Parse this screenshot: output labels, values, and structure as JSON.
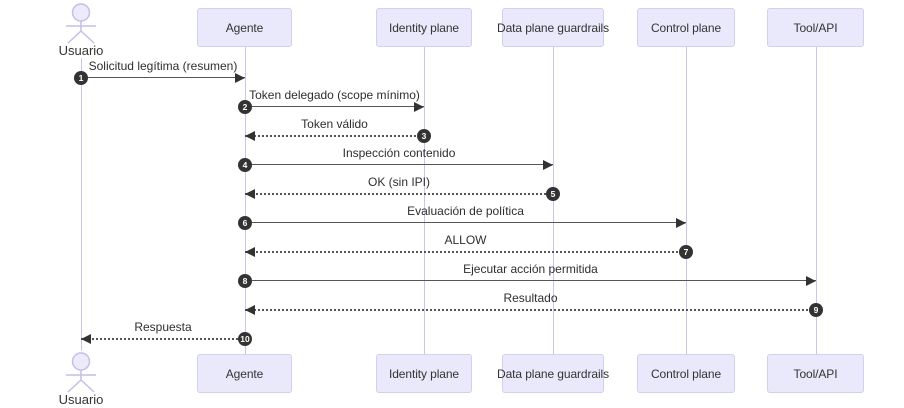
{
  "diagram_type": "sequence",
  "participants": [
    {
      "label": "Usuario",
      "type": "actor"
    },
    {
      "label": "Agente",
      "type": "participant"
    },
    {
      "label": "Identity plane",
      "type": "participant"
    },
    {
      "label": "Data plane guardrails",
      "type": "participant"
    },
    {
      "label": "Control plane",
      "type": "participant"
    },
    {
      "label": "Tool/API",
      "type": "participant"
    }
  ],
  "messages": [
    {
      "num": "1",
      "from": "Usuario",
      "to": "Agente",
      "label": "Solicitud legítima (resumen)",
      "style": "solid"
    },
    {
      "num": "2",
      "from": "Agente",
      "to": "Identity plane",
      "label": "Token delegado (scope mínimo)",
      "style": "solid"
    },
    {
      "num": "3",
      "from": "Identity plane",
      "to": "Agente",
      "label": "Token válido",
      "style": "dotted"
    },
    {
      "num": "4",
      "from": "Agente",
      "to": "Data plane guardrails",
      "label": "Inspección contenido",
      "style": "solid"
    },
    {
      "num": "5",
      "from": "Data plane guardrails",
      "to": "Agente",
      "label": "OK (sin IPI)",
      "style": "dotted"
    },
    {
      "num": "6",
      "from": "Agente",
      "to": "Control plane",
      "label": "Evaluación de política",
      "style": "solid"
    },
    {
      "num": "7",
      "from": "Control plane",
      "to": "Agente",
      "label": "ALLOW",
      "style": "dotted"
    },
    {
      "num": "8",
      "from": "Agente",
      "to": "Tool/API",
      "label": "Ejecutar acción permitida",
      "style": "solid"
    },
    {
      "num": "9",
      "from": "Tool/API",
      "to": "Agente",
      "label": "Resultado",
      "style": "dotted"
    },
    {
      "num": "10",
      "from": "Agente",
      "to": "Usuario",
      "label": "Respuesta",
      "style": "dotted"
    }
  ],
  "colors": {
    "background": "#ffffff",
    "participant_fill": "#eae9fb",
    "participant_border": "#d3cfec",
    "lifeline": "#c9c5ec",
    "message_line": "#555555",
    "arrowhead": "#333333",
    "badge_bg": "#333333",
    "badge_text": "#ffffff",
    "text": "#333333"
  }
}
